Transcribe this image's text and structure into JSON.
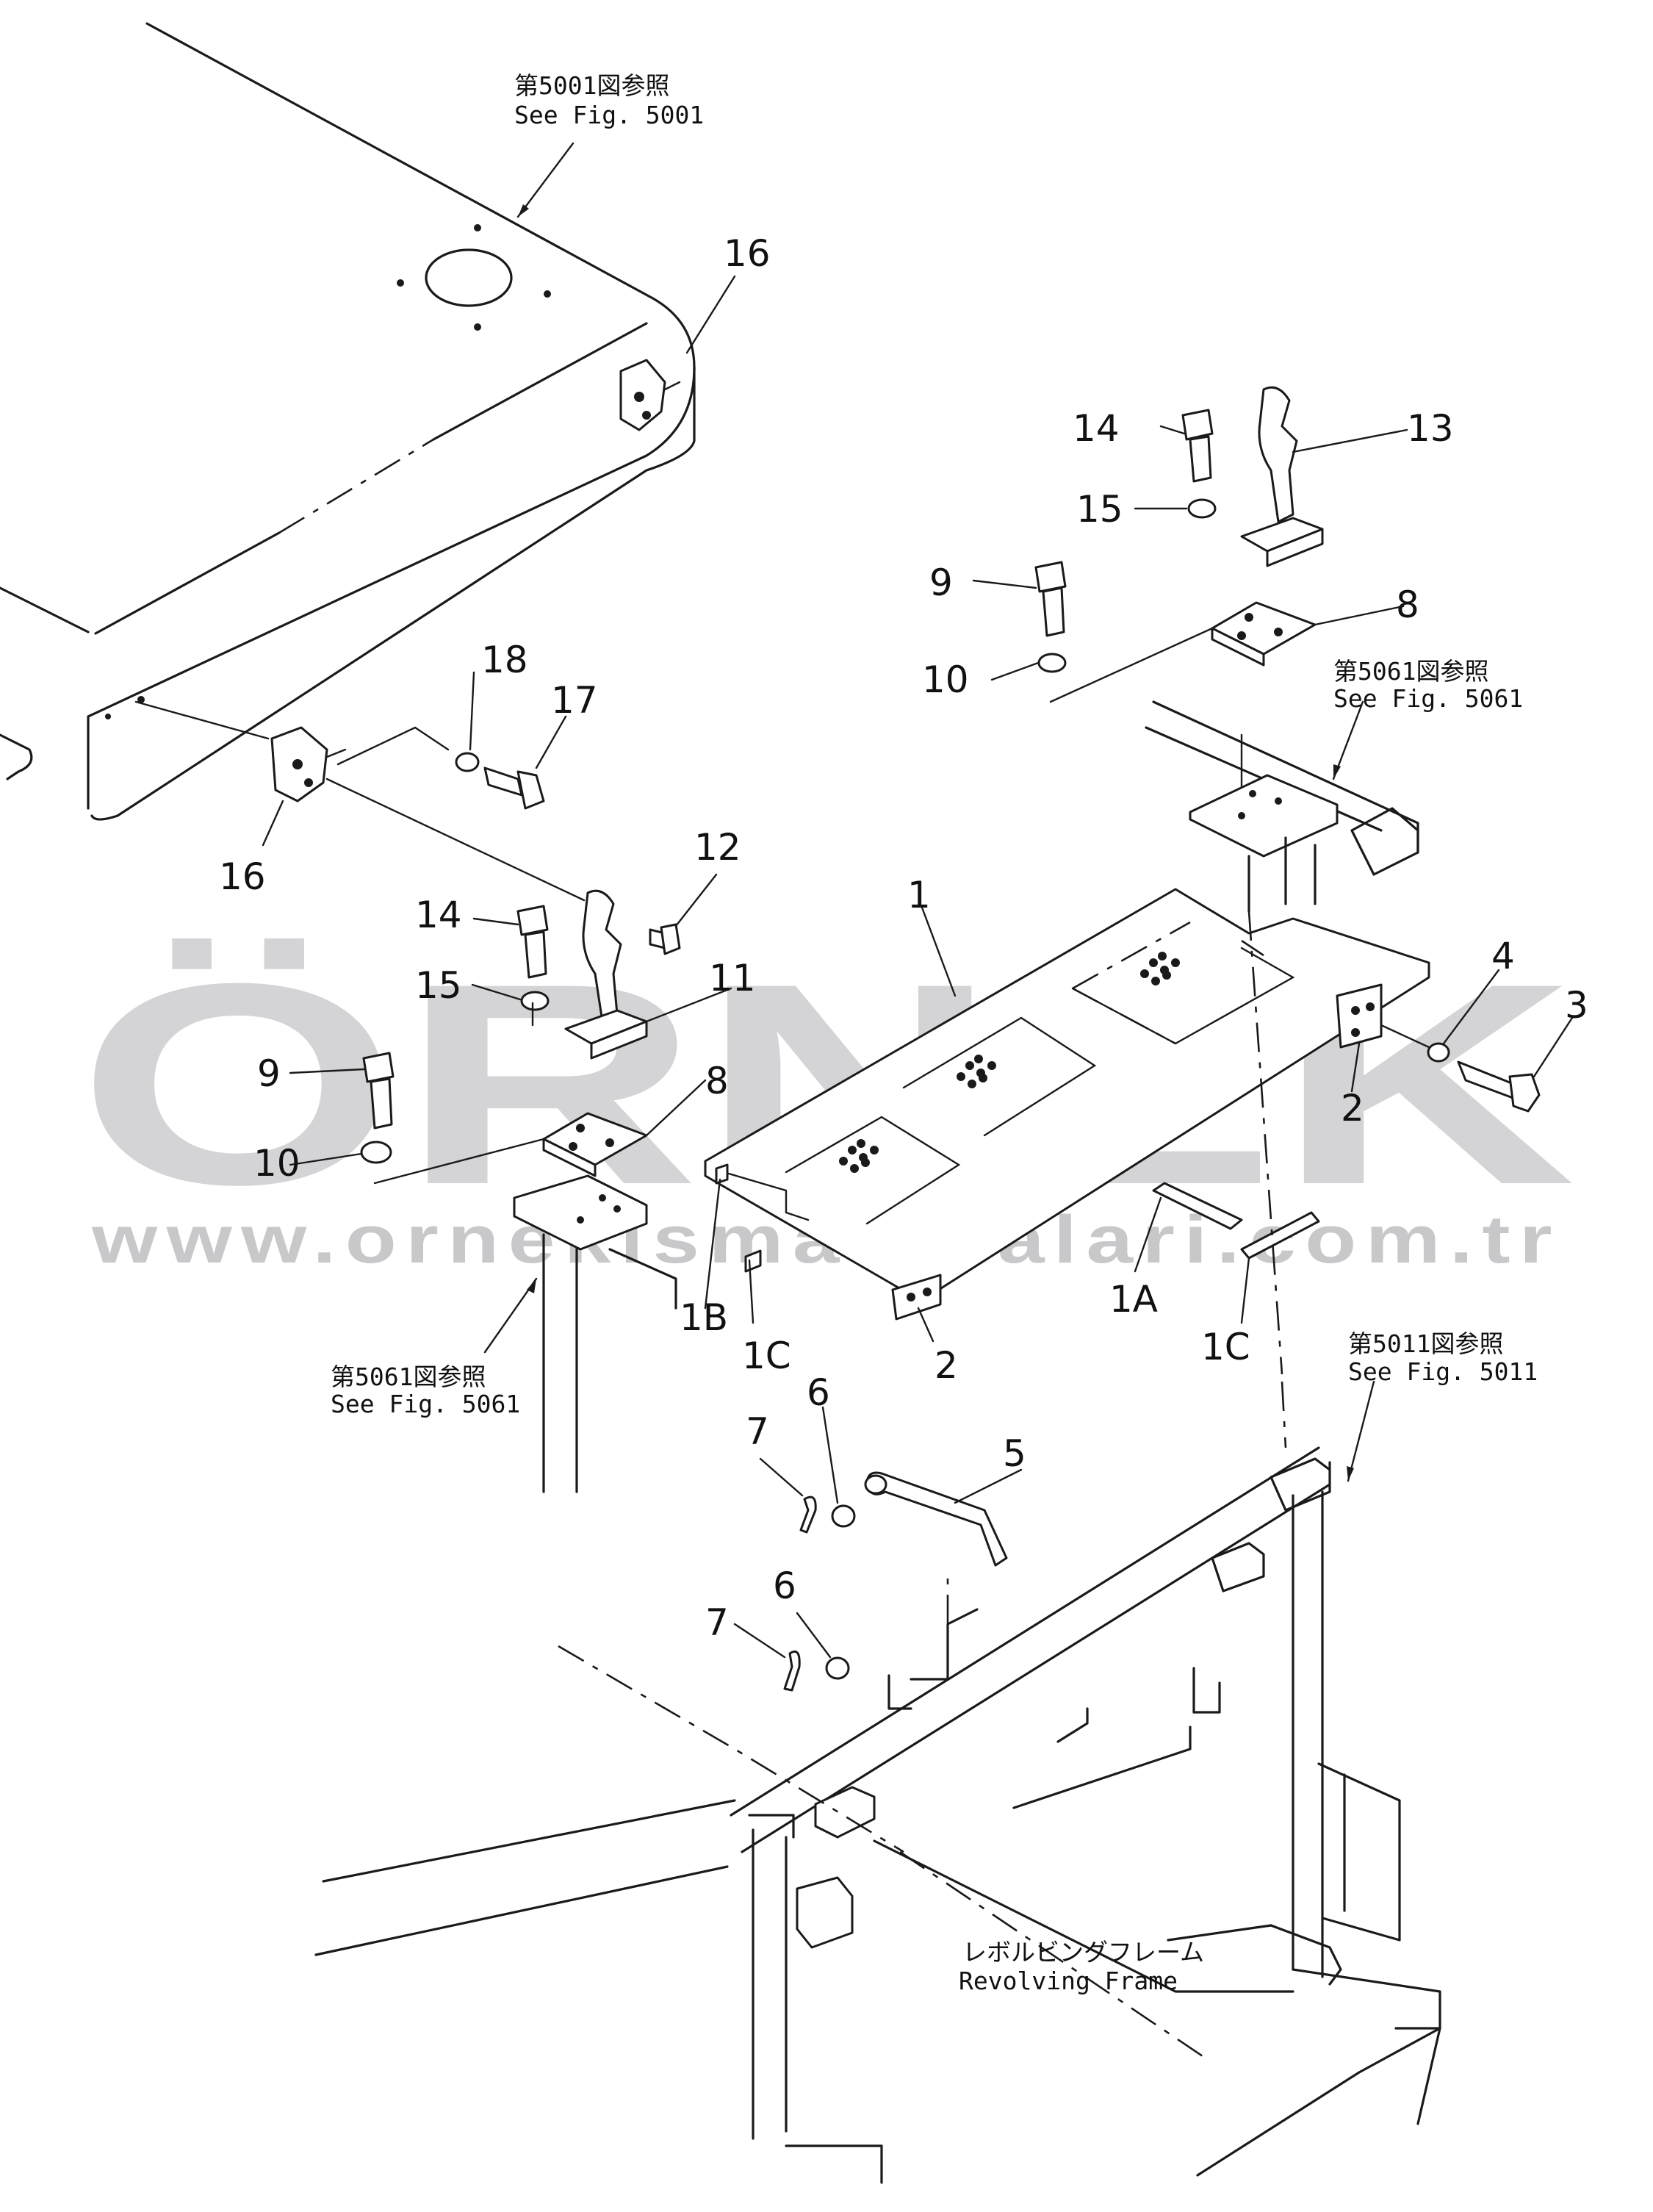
{
  "watermark": {
    "brand": "ÖRNEK",
    "url": "www.ornekismakinalari.com.tr",
    "accent_color": "#f5d66a"
  },
  "references": [
    {
      "jp": "第5001図参照",
      "en": "See  Fig.  5001"
    },
    {
      "jp": "第5061図参照",
      "en": "See  Fig.  5061"
    },
    {
      "jp": "第5061図参照",
      "en": "See  Fig.  5061"
    },
    {
      "jp": "第5011図参照",
      "en": "See  Fig.  5011"
    }
  ],
  "revolving_frame": {
    "jp": "レボルビングフレーム",
    "en": "Revolving  Frame"
  },
  "part_labels": [
    "16",
    "16",
    "18",
    "17",
    "14",
    "13",
    "15",
    "9",
    "8",
    "10",
    "12",
    "14",
    "11",
    "15",
    "9",
    "8",
    "10",
    "1",
    "4",
    "3",
    "2",
    "1B",
    "1C",
    "2",
    "1A",
    "1C",
    "6",
    "7",
    "5",
    "6",
    "7"
  ]
}
